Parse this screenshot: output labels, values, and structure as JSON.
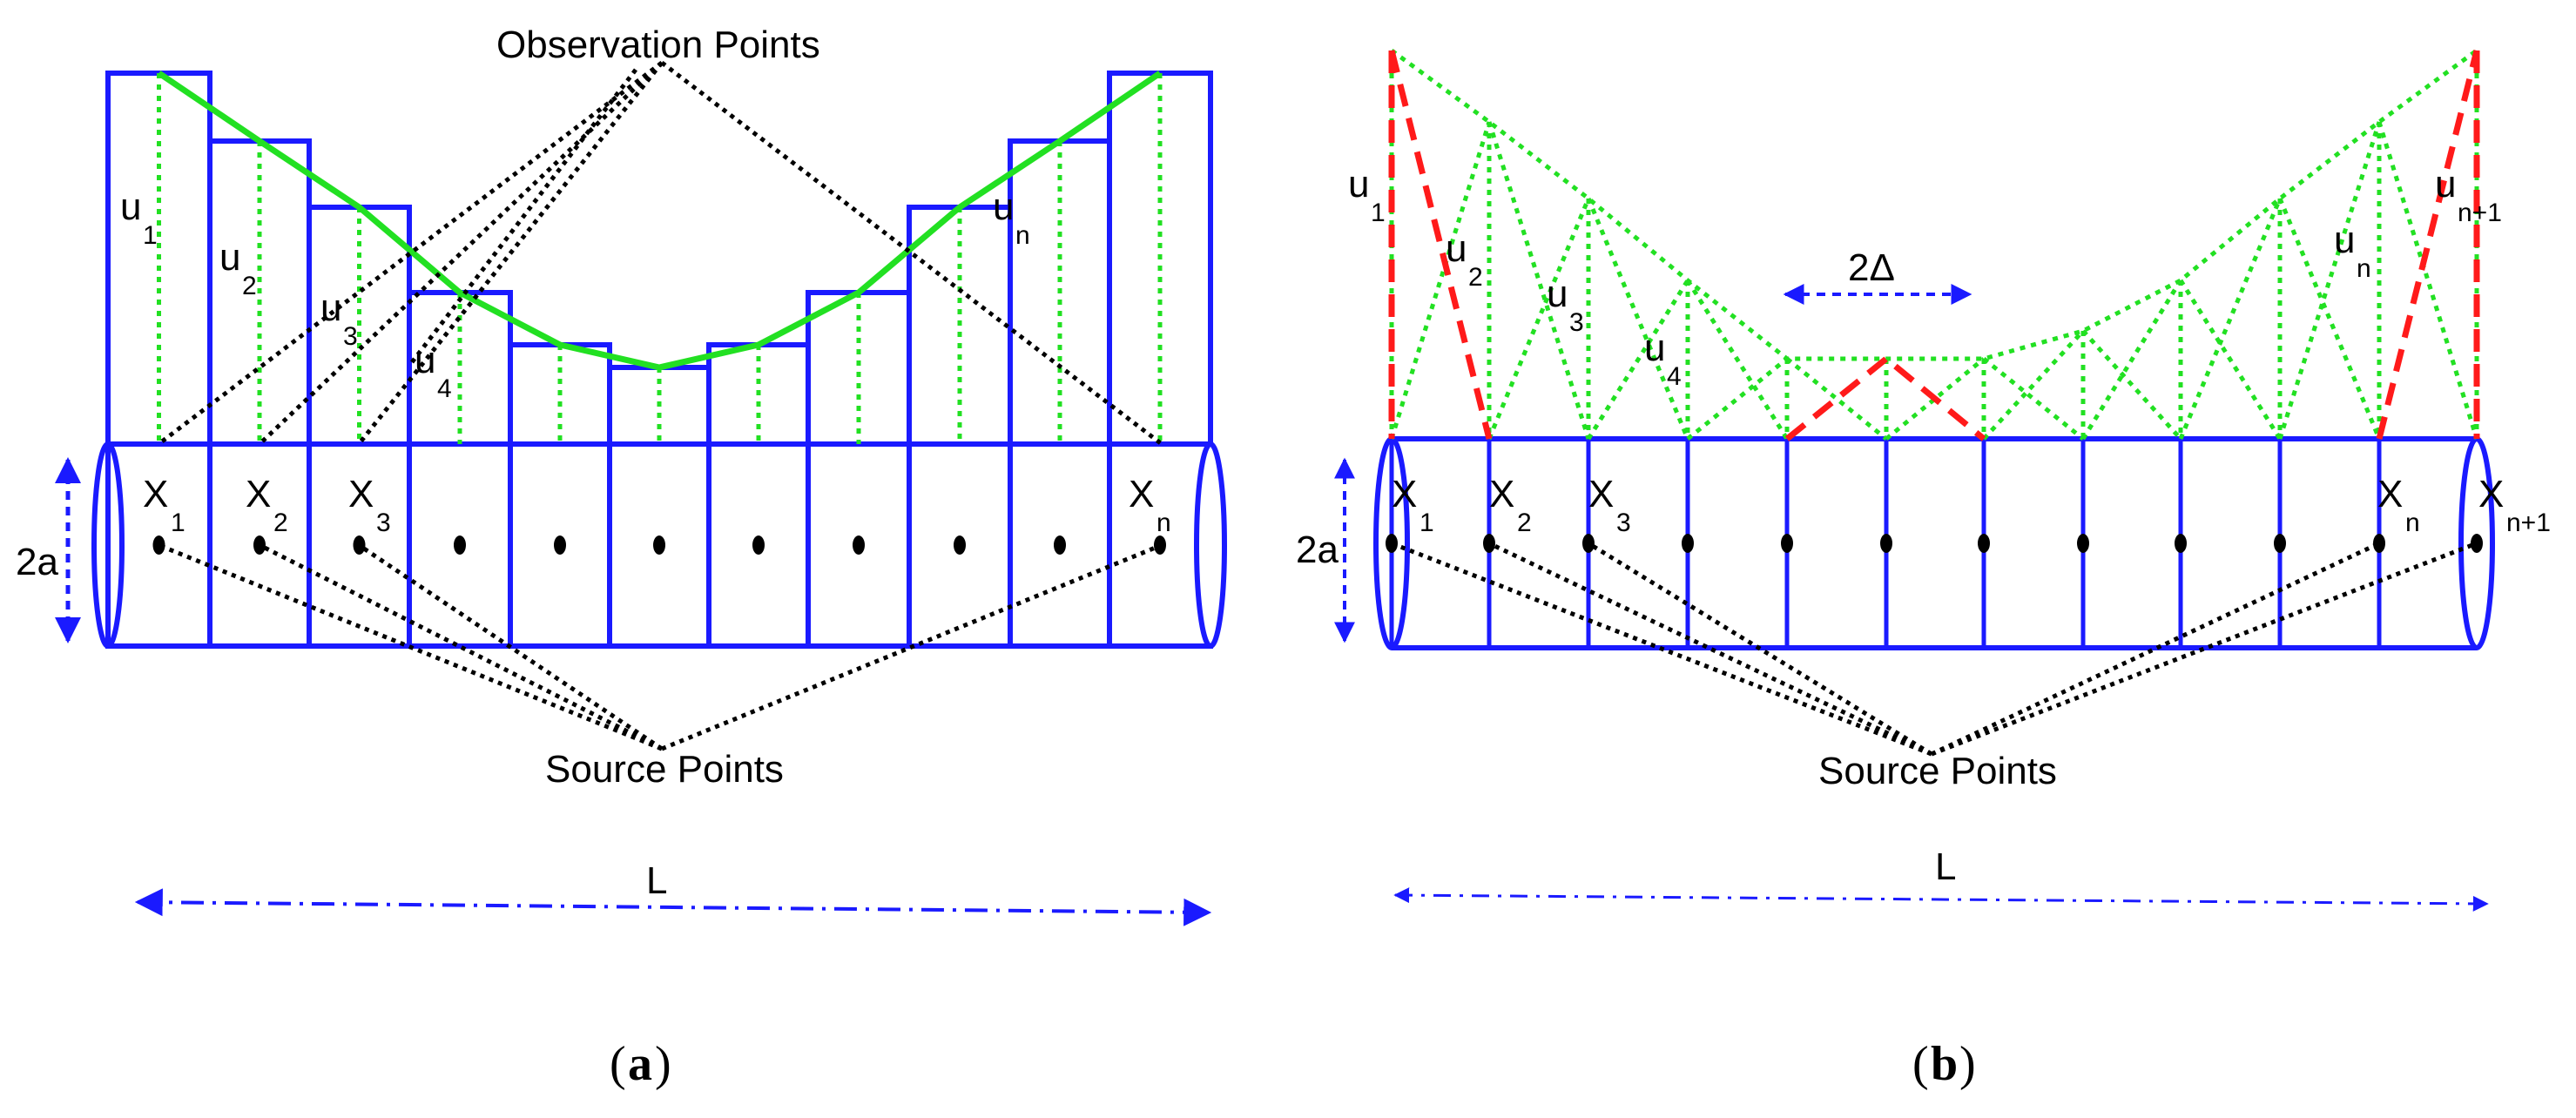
{
  "panel_a": {
    "observation_label": "Observation Points",
    "source_label": "Source Points",
    "radius_label": "2a",
    "length_label": "L",
    "caption": "a",
    "u_labels": [
      {
        "base": "u",
        "sub": "1"
      },
      {
        "base": "u",
        "sub": "2"
      },
      {
        "base": "u",
        "sub": "3"
      },
      {
        "base": "u",
        "sub": "4"
      },
      {
        "base": "u",
        "sub": "n"
      }
    ],
    "x_labels": [
      {
        "base": "X",
        "sub": "1"
      },
      {
        "base": "X",
        "sub": "2"
      },
      {
        "base": "X",
        "sub": "3"
      },
      {
        "base": "X",
        "sub": "n"
      }
    ]
  },
  "panel_b": {
    "delta_label": "2Δ",
    "source_label": "Source Points",
    "radius_label": "2a",
    "length_label": "L",
    "caption": "b",
    "u_labels": [
      {
        "base": "u",
        "sub": "1"
      },
      {
        "base": "u",
        "sub": "2"
      },
      {
        "base": "u",
        "sub": "3"
      },
      {
        "base": "u",
        "sub": "4"
      },
      {
        "base": "u",
        "sub": "n"
      },
      {
        "base": "u",
        "sub": "n+1"
      }
    ],
    "x_labels": [
      {
        "base": "X",
        "sub": "1"
      },
      {
        "base": "X",
        "sub": "2"
      },
      {
        "base": "X",
        "sub": "3"
      },
      {
        "base": "X",
        "sub": "n"
      },
      {
        "base": "X",
        "sub": "n+1"
      }
    ]
  },
  "colors": {
    "outline": "#1a1aff",
    "approximation": "#22e022",
    "end_triangles": "#ff1a1a",
    "leader_lines": "#000000"
  }
}
